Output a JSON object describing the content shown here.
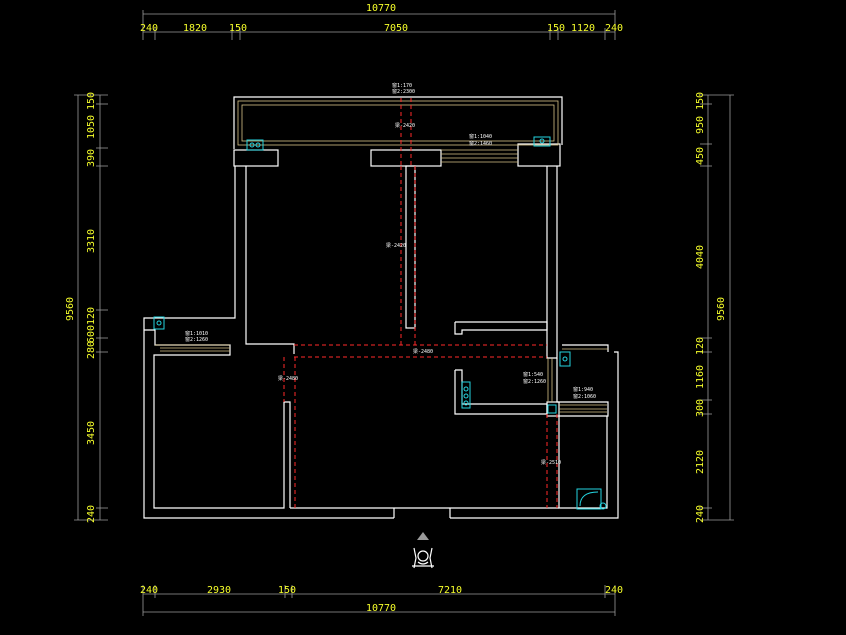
{
  "top_dims": {
    "total": "10770",
    "segments": [
      "240",
      "1820",
      "150",
      "7050",
      "150",
      "1120",
      "240"
    ]
  },
  "bottom_dims": {
    "total": "10770",
    "segments": [
      "240",
      "2930",
      "150",
      "7210",
      "240"
    ]
  },
  "left_dims": {
    "total": "9560",
    "segments": [
      "150",
      "1050",
      "390",
      "3310",
      "600120",
      "280",
      "3450",
      "240"
    ]
  },
  "right_dims": {
    "total": "9560",
    "segments": [
      "150",
      "950",
      "450",
      "4040",
      "120",
      "1160",
      "300",
      "2120",
      "240"
    ]
  },
  "labels": {
    "top_window": [
      "窗1:170",
      "窗2:2300"
    ],
    "beam_top": "梁-2420",
    "upper_right_window": [
      "窗1:1040",
      "窗2:1460"
    ],
    "beam_mid_vertical": "梁-2420",
    "left_window": [
      "窗1:1010",
      "窗2:1260"
    ],
    "beam_horizontal": "梁-2480",
    "beam_left_vertical": "梁-2480",
    "kitchen_window": [
      "窗1:540",
      "窗2:1260"
    ],
    "right_window": [
      "窗1:940",
      "窗2:1060"
    ],
    "beam_right_vertical": "梁-2510"
  },
  "colors": {
    "dimension_text": "#f7ff2a",
    "wall": "#ffffff",
    "beam": "#ff2a2a",
    "window": "#d9c389",
    "fixture": "#24d4e0"
  }
}
